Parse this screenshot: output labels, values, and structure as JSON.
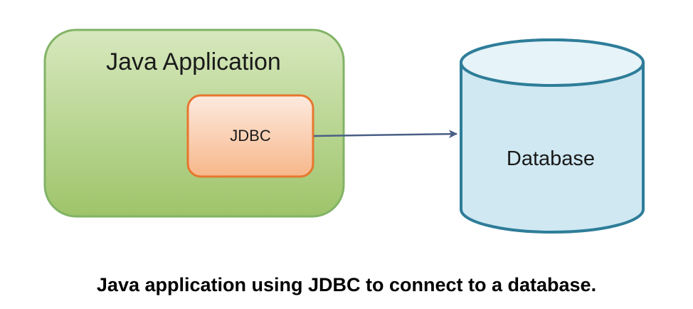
{
  "diagram": {
    "java_app": {
      "label": "Java Application",
      "fill_top": "#d7e8be",
      "fill_bottom": "#9ec46a",
      "stroke": "#82b366"
    },
    "jdbc": {
      "label": "JDBC",
      "fill_top": "#fdeadf",
      "fill_bottom": "#f7b78a",
      "stroke": "#e6772e"
    },
    "connector": {
      "from": "JDBC",
      "to": "Database",
      "color": "#4a5f86"
    },
    "database": {
      "label": "Database",
      "fill": "#cfe8f2",
      "fill_top": "#e6f3f8",
      "stroke": "#2e7d99"
    }
  },
  "caption": "Java application using JDBC to connect to a database."
}
